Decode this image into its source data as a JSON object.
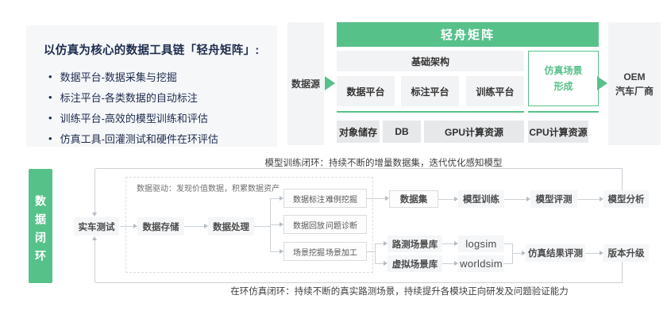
{
  "colors": {
    "brand_green": "#57c18a",
    "navy_text": "#1d2b4e"
  },
  "intro_card": {
    "title": "以仿真为核心的数据工具链「轻舟矩阵」:",
    "bullet_glyph": "•",
    "bullets": [
      "数据平台-数据采集与挖掘",
      "标注平台-各类数据的自动标注",
      "训练平台-高效的模型训练和评估",
      "仿真工具-回灌测试和硬件在环评估"
    ]
  },
  "matrix": {
    "source_label": "数据源",
    "title": "轻舟矩阵",
    "infra_label": "基础架构",
    "platforms": [
      "数据平台",
      "标注平台",
      "训练平台"
    ],
    "sim_scene_line1": "仿真场景",
    "sim_scene_line2": "形成",
    "resources": [
      "对象储存",
      "DB",
      "GPU计算资源",
      "CPU计算资源"
    ],
    "oem_line1": "OEM",
    "oem_line2": "汽车厂商"
  },
  "captions": {
    "training_loop": "模型训练闭环：持续不断的增量数据集，迭代优化感知模型",
    "sim_loop": "在环仿真闭环：持续不断的真实路测场景，持续提升各模块正向研发及问题验证能力"
  },
  "flow": {
    "side_label": "数据闭环",
    "note": "数据驱动：发现价值数据，积累数据资产",
    "real_test": "实车测试",
    "data_store": "数据存储",
    "data_process": "数据处理",
    "pairs": [
      {
        "left": "数据标注",
        "right": "难例挖掘"
      },
      {
        "left": "数据回放",
        "right": "问题诊断"
      },
      {
        "left": "场景挖掘",
        "right": "场景加工"
      }
    ],
    "dataset": "数据集",
    "model_train": "模型训练",
    "model_eval": "模型评测",
    "model_analysis": "模型分析",
    "road_scene_lib": "路测场景库",
    "logsim": "logsim",
    "virtual_scene_lib": "虚拟场景库",
    "worldsim": "worldsim",
    "sim_result_eval": "仿真结果评测",
    "version_upgrade": "版本升级"
  }
}
